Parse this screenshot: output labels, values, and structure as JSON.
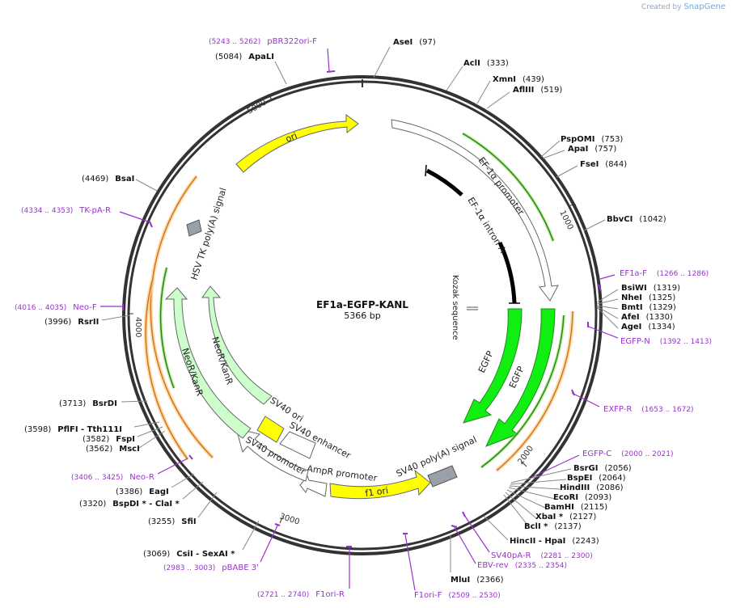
{
  "credit": {
    "prefix": "Created by",
    "brand": "SnapGene"
  },
  "plasmid": {
    "name": "EF1a-EGFP-KANL",
    "size_label": "5366 bp",
    "length": 5366
  },
  "ruler": {
    "ticks": [
      {
        "label": "1000"
      },
      {
        "label": "2000"
      },
      {
        "label": "3000"
      },
      {
        "label": "4000"
      },
      {
        "label": "5000"
      }
    ]
  },
  "features": [
    {
      "label": "EF-1α promoter"
    },
    {
      "label": "EF-1α intron A"
    },
    {
      "label": "Kozak sequence"
    },
    {
      "label": "EGFP"
    },
    {
      "label": "EGFP"
    },
    {
      "label": "SV40 poly(A) signal"
    },
    {
      "label": "f1 ori"
    },
    {
      "label": "AmpR promoter"
    },
    {
      "label": "SV40 promoter"
    },
    {
      "label": "SV40 enhancer"
    },
    {
      "label": "SV40 ori"
    },
    {
      "label": "NeoR/KanR"
    },
    {
      "label": "NeoR/KanR"
    },
    {
      "label": "HSV TK poly(A) signal"
    },
    {
      "label": "ori"
    }
  ],
  "sites": [
    {
      "name": "AseI",
      "pos": "(97)"
    },
    {
      "name": "AclI",
      "pos": "(333)"
    },
    {
      "name": "XmnI",
      "pos": "(439)"
    },
    {
      "name": "AflIII",
      "pos": "(519)"
    },
    {
      "name": "PspOMI",
      "pos": "(753)"
    },
    {
      "name": "ApaI",
      "pos": "(757)"
    },
    {
      "name": "FseI",
      "pos": "(844)"
    },
    {
      "name": "BbvCI",
      "pos": "(1042)"
    },
    {
      "name": "BsiWI",
      "pos": "(1319)"
    },
    {
      "name": "NheI",
      "pos": "(1325)"
    },
    {
      "name": "BmtI",
      "pos": "(1329)"
    },
    {
      "name": "AfeI",
      "pos": "(1330)"
    },
    {
      "name": "AgeI",
      "pos": "(1334)"
    },
    {
      "name": "BsrGI",
      "pos": "(2056)"
    },
    {
      "name": "BspEI",
      "pos": "(2064)"
    },
    {
      "name": "HindIII",
      "pos": "(2086)"
    },
    {
      "name": "EcoRI",
      "pos": "(2093)"
    },
    {
      "name": "BamHI",
      "pos": "(2115)"
    },
    {
      "name": "XbaI *",
      "pos": "(2127)"
    },
    {
      "name": "BclI *",
      "pos": "(2137)"
    },
    {
      "name": "HincII  -  HpaI",
      "pos": "(2243)"
    },
    {
      "name": "MluI",
      "pos": "(2366)"
    },
    {
      "name": "CsiI  -  SexAI *",
      "pos": "(3069)"
    },
    {
      "name": "SfiI",
      "pos": "(3255)"
    },
    {
      "name": "BspDI *  -  ClaI *",
      "pos": "(3320)"
    },
    {
      "name": "EagI",
      "pos": "(3386)"
    },
    {
      "name": "MscI",
      "pos": "(3562)"
    },
    {
      "name": "FspI",
      "pos": "(3582)"
    },
    {
      "name": "PflFI  -  Tth111I",
      "pos": "(3598)"
    },
    {
      "name": "BsrDI",
      "pos": "(3713)"
    },
    {
      "name": "RsrII",
      "pos": "(3996)"
    },
    {
      "name": "BsaI",
      "pos": "(4469)"
    },
    {
      "name": "ApaLI",
      "pos": "(5084)"
    }
  ],
  "primers": [
    {
      "name": "pBR322ori-F",
      "range": "(5243 .. 5262)"
    },
    {
      "name": "EF1a-F",
      "range": "(1266 .. 1286)"
    },
    {
      "name": "EGFP-N",
      "range": "(1392 .. 1413)"
    },
    {
      "name": "EXFP-R",
      "range": "(1653 .. 1672)"
    },
    {
      "name": "EGFP-C",
      "range": "(2000 .. 2021)"
    },
    {
      "name": "SV40pA-R",
      "range": "(2281 .. 2300)"
    },
    {
      "name": "EBV-rev",
      "range": "(2335 .. 2354)"
    },
    {
      "name": "F1ori-F",
      "range": "(2509 .. 2530)"
    },
    {
      "name": "F1ori-R",
      "range": "(2721 .. 2740)"
    },
    {
      "name": "pBABE 3'",
      "range": "(2983 .. 3003)"
    },
    {
      "name": "Neo-R",
      "range": "(3406 .. 3425)"
    },
    {
      "name": "Neo-F",
      "range": "(4016 .. 4035)"
    },
    {
      "name": "TK-pA-R",
      "range": "(4334 .. 4353)"
    }
  ],
  "colors": {
    "backbone": "#333333",
    "primer": "#9932cc",
    "egfp": "#11ee11",
    "promoter": "#ffffff",
    "ori": "#ffff00",
    "neo": "#ccffcc",
    "polya": "#9aa0a8",
    "intron": "#000000"
  }
}
